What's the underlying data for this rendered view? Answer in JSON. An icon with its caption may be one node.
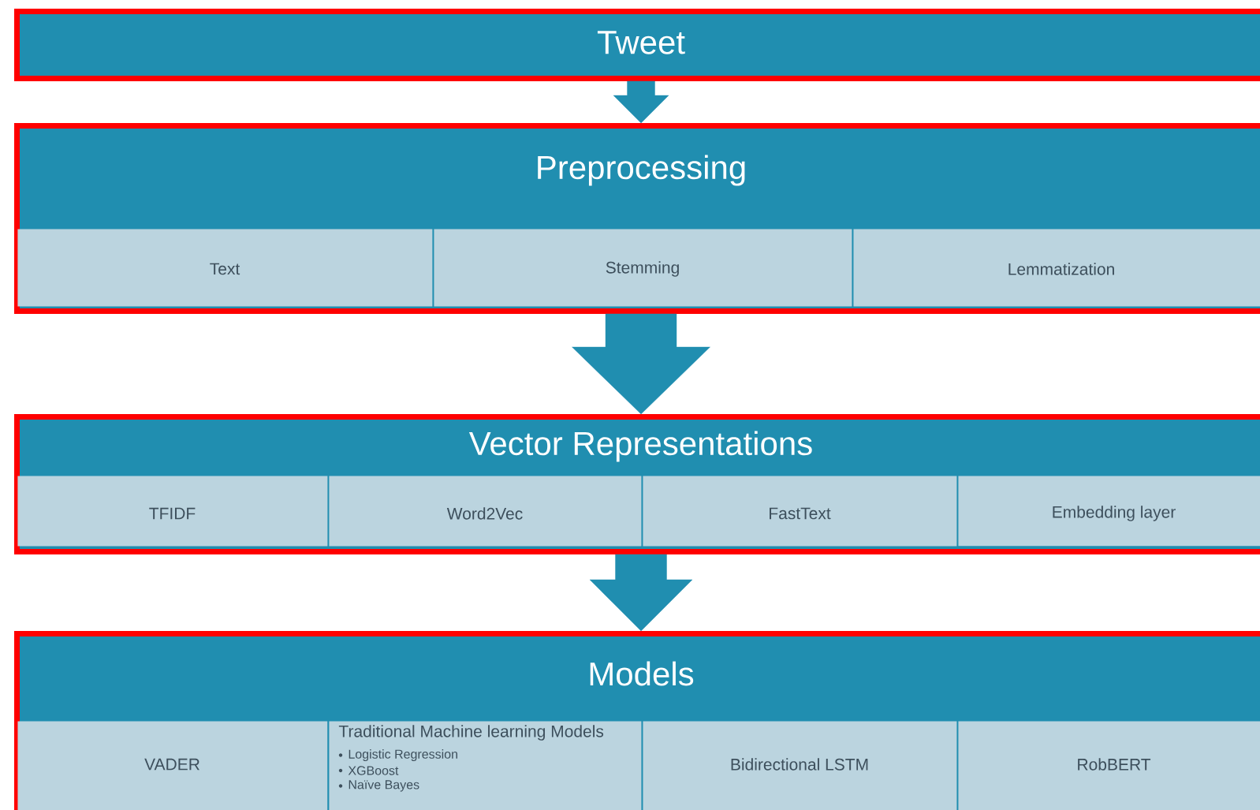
{
  "diagram": {
    "nodes": [
      {
        "text": [
          "Tweet"
        ]
      },
      {
        "text": [
          "Preprocessing"
        ]
      },
      {
        "text": [
          "Text"
        ],
        "in": 1
      },
      {
        "text": [
          "Stemming"
        ],
        "in": 1
      },
      {
        "text": [
          "Lemmatization"
        ],
        "in": 1
      },
      {
        "text": [
          "Vector Representations"
        ]
      },
      {
        "text": [
          "TFIDF"
        ],
        "in": 5
      },
      {
        "text": [
          "Word2Vec"
        ],
        "in": 5
      },
      {
        "text": [
          "FastText"
        ],
        "in": 5
      },
      {
        "text": [
          "Embedding layer"
        ],
        "in": 5
      },
      {
        "text": [
          "Models"
        ]
      },
      {
        "text": [
          "VADER"
        ],
        "in": 10
      },
      {
        "text": [
          "Traditional Machine learning Models",
          "Logistic Regression",
          "XGBoost",
          "Naïve Bayes"
        ],
        "in": 10
      },
      {
        "text": [
          "Bidirectional LSTM"
        ],
        "in": 10
      },
      {
        "text": [
          "RobBERT"
        ],
        "in": 10
      }
    ],
    "edges": [
      {
        "from": 0,
        "to": 1,
        "arrow": "to"
      },
      {
        "from": 1,
        "to": 5,
        "arrow": "to"
      },
      {
        "from": 5,
        "to": 10,
        "arrow": "to"
      }
    ]
  }
}
